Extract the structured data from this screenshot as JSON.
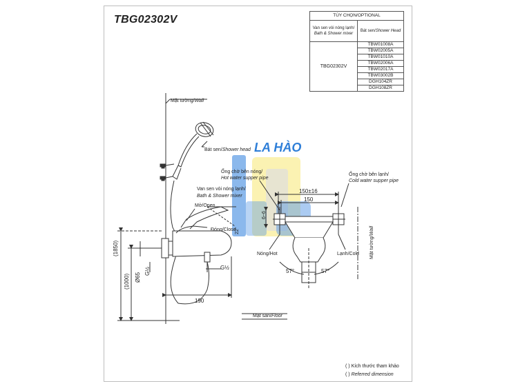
{
  "header": {
    "model": "TBG02302V"
  },
  "options_table": {
    "title": "TÙY CHỌN/OPTIONAL",
    "col1_header_vi": "Van sen vòi nóng lạnh/",
    "col1_header_en": "Bath & Shower mixer",
    "col2_header_vi": "Bát sen/",
    "col2_header_en": "Shower Head",
    "model": "TBG02302V",
    "heads": [
      "TBW01008A",
      "TBW02005A",
      "TBW01010A",
      "TBW02006A",
      "TBW02017A",
      "TBW03002B",
      "DGH104ZR",
      "DGH108ZR"
    ]
  },
  "labels": {
    "wall_vi": "Mặt tường/",
    "wall_en": "Wall",
    "shower_head_vi": "Bát sen/",
    "shower_head_en": "Shower head",
    "hot_pipe_vi": "Ống chờ bên nóng/",
    "hot_pipe_en": "Hot water supper pipe",
    "cold_pipe_vi": "Ống chờ bên lạnh/",
    "cold_pipe_en": "Cold water supper pipe",
    "mixer_vi": "Van sen vòi nóng lạnh/",
    "mixer_en": "Bath & Shower mixer",
    "open": "Mở/Open",
    "close": "Đóng/Close",
    "angle_22": "22°",
    "dim_150_16": "150±16",
    "dim_150": "150",
    "dim_6_6": "6~6",
    "hot": "Nóng/Hot",
    "cold": "Lạnh/Cold",
    "angle_57_left": "57°",
    "angle_57_right": "57°",
    "wall_right_vi": "Mặt tường/",
    "wall_right_en": "Wall",
    "dim_1850": "(1850)",
    "dim_1000": "(1000)",
    "dim_phi65": "Ø65",
    "dim_g12_v": "G½",
    "dim_g12": "G½",
    "dim_190": "190",
    "floor_vi": "Mặt sàn/",
    "floor_en": "Floor"
  },
  "watermark": {
    "text": "LA HÀO"
  },
  "legend": {
    "line1_symbol": "(     )",
    "line1_text": "Kích thước tham khảo",
    "line2_symbol": "(     )",
    "line2_text": "Referred dimension"
  },
  "colors": {
    "line": "#333333",
    "watermark_blue": "#2f7fd8",
    "watermark_yellow": "#f5e35a"
  }
}
